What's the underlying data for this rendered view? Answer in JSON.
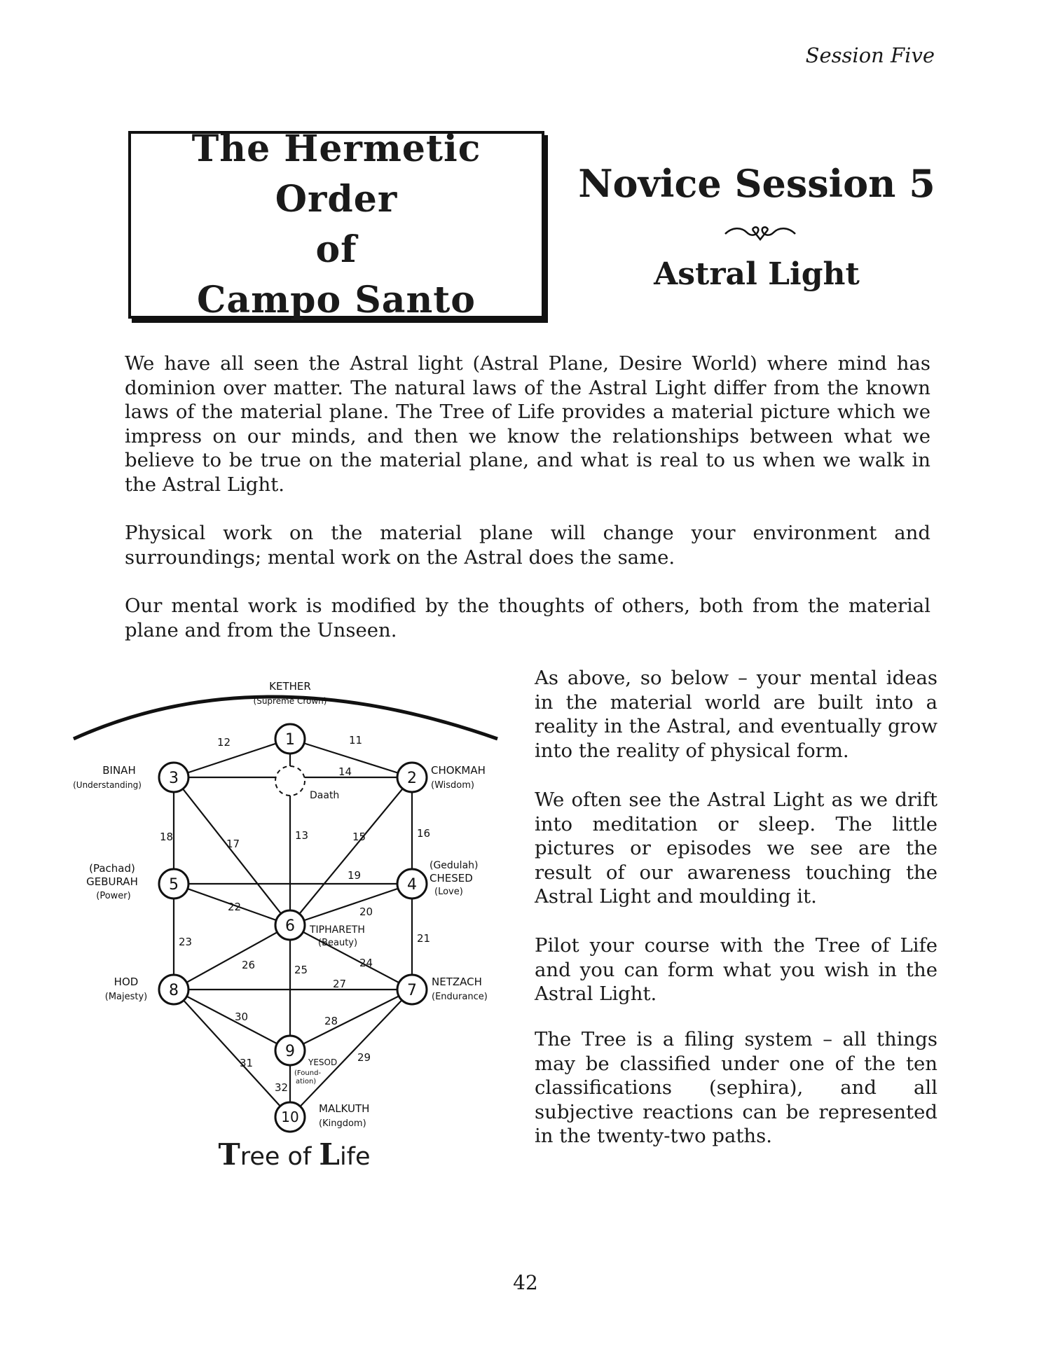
{
  "header": {
    "running_head": "Session Five"
  },
  "order": {
    "line1": "The Hermetic Order",
    "line2": "of",
    "line3": "Campo Santo"
  },
  "session": {
    "title": "Novice Session 5",
    "subtitle": "Astral Light"
  },
  "paragraphs": [
    "We have all seen the Astral light (Astral Plane, Desire World) where mind has dominion over matter. The natural laws of the Astral Light differ from the known laws of the material plane. The Tree of Life provides a material picture which we impress on our minds, and then we know the relationships between what we believe to be true on the material plane, and what is real to us when we walk in the Astral Light.",
    "Physical work on the material plane will change your environment and surroundings; mental work on the Astral does the same.",
    "Our mental work is modified by the thoughts of others, both from the material plane and from the Unseen."
  ],
  "column": [
    "As above, so below – your mental ideas in the material world are built into a reality in the Astral, and eventually grow into the reality of physical form.",
    "We often see the Astral Light as we drift into meditation or sleep. The little pictures or episodes we see are the result of our awareness touching the Astral Light and moulding it.",
    "Pilot your course with the Tree of Life and you can form what you wish in the Astral Light.",
    "The Tree is a filing system – all things may be classified under one of the ten classifications (sephira), and all subjective reactions can be represented in the twenty-two paths."
  ],
  "tree": {
    "caption_T": "T",
    "caption_ree": "ree",
    "caption_of": " of ",
    "caption_L": "L",
    "caption_ife": "ife",
    "sephiroth": {
      "s1": "1",
      "s2": "2",
      "s3": "3",
      "s4": "4",
      "s5": "5",
      "s6": "6",
      "s7": "7",
      "s8": "8",
      "s9": "9",
      "s10": "10"
    },
    "labels": {
      "kether": "KETHER",
      "kether_sub": "(Supreme Crown)",
      "chokmah": "CHOKMAH",
      "chokmah_sub": "(Wisdom)",
      "binah": "BINAH",
      "binah_sub": "(Understanding)",
      "daath": "Daath",
      "gedulah": "(Gedulah)",
      "chesed": "CHESED",
      "chesed_sub": "(Love)",
      "pachad": "(Pachad)",
      "geburah": "GEBURAH",
      "geburah_sub": "(Power)",
      "tiphareth": "TIPHARETH",
      "tiphareth_sub": "(Beauty)",
      "netzach": "NETZACH",
      "netzach_sub": "(Endurance)",
      "hod": "HOD",
      "hod_sub": "(Majesty)",
      "yesod": "YESOD",
      "yesod_sub1": "(Found-",
      "yesod_sub2": "ation)",
      "malkuth": "MALKUTH",
      "malkuth_sub": "(Kingdom)"
    },
    "paths": {
      "p11": "11",
      "p12": "12",
      "p13": "13",
      "p14": "14",
      "p15": "15",
      "p16": "16",
      "p17": "17",
      "p18": "18",
      "p19": "19",
      "p20": "20",
      "p21": "21",
      "p22": "22",
      "p23": "23",
      "p24": "24",
      "p25": "25",
      "p26": "26",
      "p27": "27",
      "p28": "28",
      "p29": "29",
      "p30": "30",
      "p31": "31",
      "p32": "32"
    }
  },
  "page_number": "42"
}
